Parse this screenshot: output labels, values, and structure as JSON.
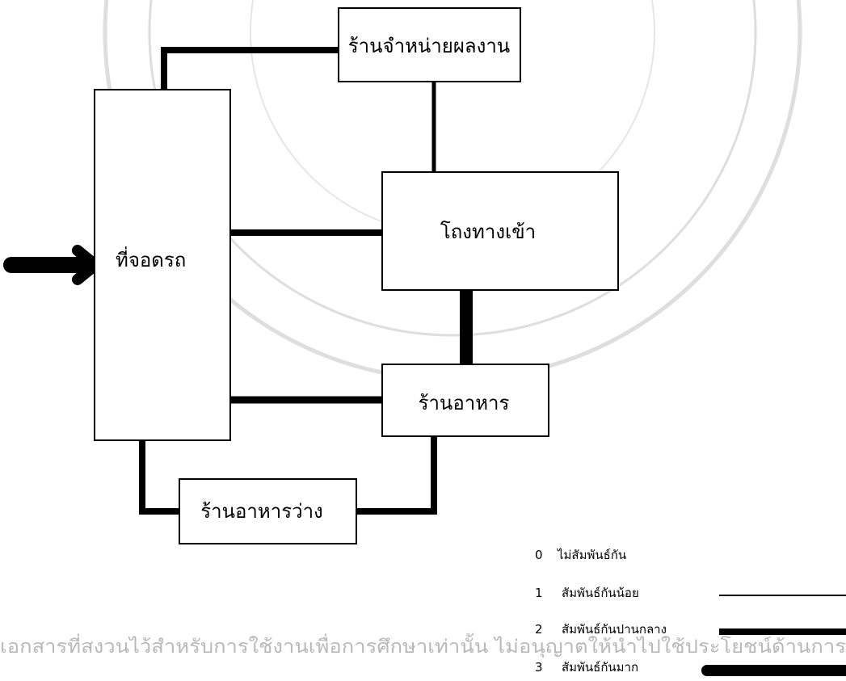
{
  "nodes": {
    "shop": {
      "label": "ร้านจำหน่ายผลงาน"
    },
    "parking": {
      "label": "ที่จอดรถ"
    },
    "hall": {
      "label": "โถงทางเข้า"
    },
    "restaurant": {
      "label": "ร้านอาหาร"
    },
    "snack": {
      "label": "ร้านอาหารว่าง"
    }
  },
  "relationships": [
    {
      "from": "parking",
      "to": "shop",
      "level": 2
    },
    {
      "from": "shop",
      "to": "hall",
      "level": 1
    },
    {
      "from": "parking",
      "to": "hall",
      "level": 2
    },
    {
      "from": "hall",
      "to": "restaurant",
      "level": 3
    },
    {
      "from": "parking",
      "to": "restaurant",
      "level": 2
    },
    {
      "from": "parking",
      "to": "snack",
      "level": 2
    },
    {
      "from": "restaurant",
      "to": "snack",
      "level": 2
    }
  ],
  "legend": [
    {
      "num": "0",
      "label": "ไม่สัมพันธ์กัน"
    },
    {
      "num": "1",
      "label": "สัมพันธ์กันน้อย"
    },
    {
      "num": "2",
      "label": "สัมพันธ์กันปานกลาง"
    },
    {
      "num": "3",
      "label": "สัมพันธ์กันมาก"
    }
  ],
  "watermark": {
    "text": "เอกสารที่สงวนไว้สำหรับการใช้งานเพื่อการศึกษาเท่านั้น ไม่อนุญาตให้นำไปใช้ประโยชน์ด้านการ"
  }
}
